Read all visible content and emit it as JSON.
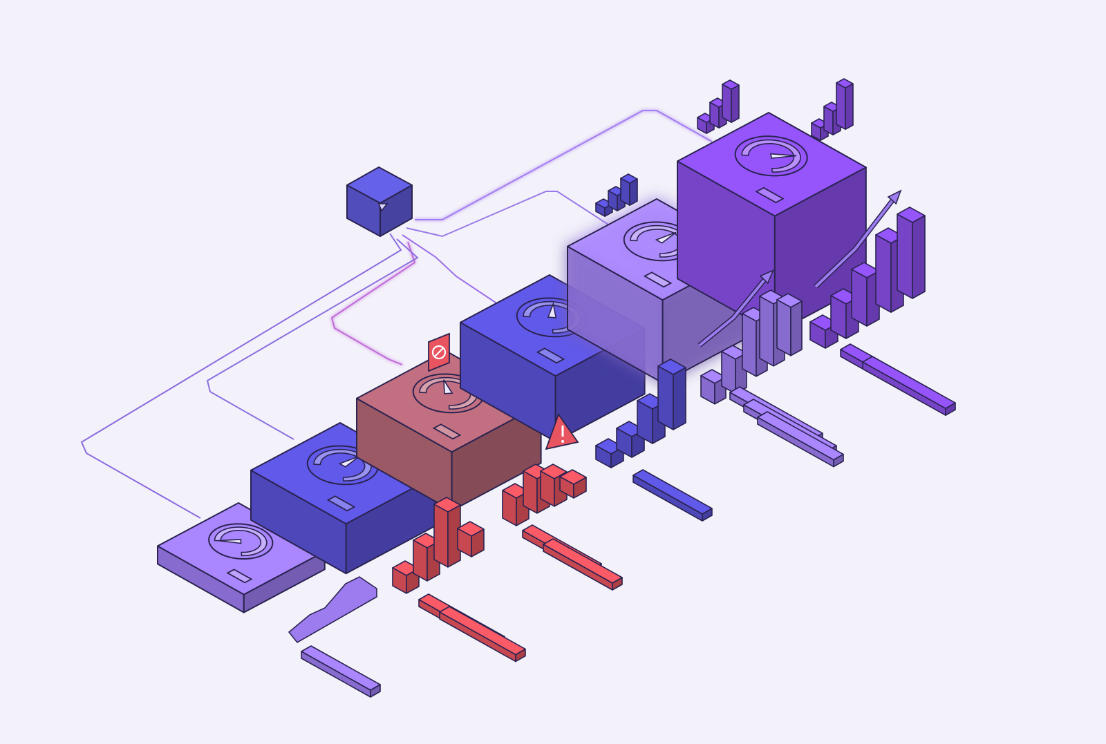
{
  "colors": {
    "background": "#f3f1fa",
    "outline": "#2a2350",
    "violet_light": "#9d7cf0",
    "indigo": "#5a52d8",
    "violet_deep": "#8a4fe8",
    "red_alert": "#b46777",
    "red_bar": "#e8545f",
    "connector_line": "#8f63e6"
  },
  "scene": {
    "source_node": {
      "icon": "source-cube-icon"
    },
    "stages": [
      {
        "name": "stage-1",
        "tone": "violet_light",
        "gauge_level": 0.0,
        "status": "idle",
        "height_level": 1
      },
      {
        "name": "stage-2",
        "tone": "indigo",
        "gauge_level": 0.5,
        "status": "ok",
        "height_level": 2
      },
      {
        "name": "stage-3",
        "tone": "red_alert",
        "gauge_level": 0.3,
        "status": "error",
        "height_level": 2
      },
      {
        "name": "stage-4",
        "tone": "indigo",
        "gauge_level": 0.35,
        "status": "ok",
        "height_level": 3
      },
      {
        "name": "stage-5",
        "tone": "violet_light",
        "gauge_level": 0.5,
        "status": "highlighted",
        "height_level": 4
      },
      {
        "name": "stage-6",
        "tone": "violet_deep",
        "gauge_level": 0.65,
        "status": "ok",
        "height_level": 5
      }
    ],
    "alerts": [
      {
        "stage": "stage-3",
        "icon": "blocked-icon"
      },
      {
        "stage": "stage-3",
        "icon": "warning-icon"
      }
    ],
    "trend_arrows": [
      {
        "stage": "stage-5",
        "icon": "trend-up-arrow-icon"
      },
      {
        "stage": "stage-6",
        "icon": "trend-up-arrow-icon"
      }
    ]
  }
}
